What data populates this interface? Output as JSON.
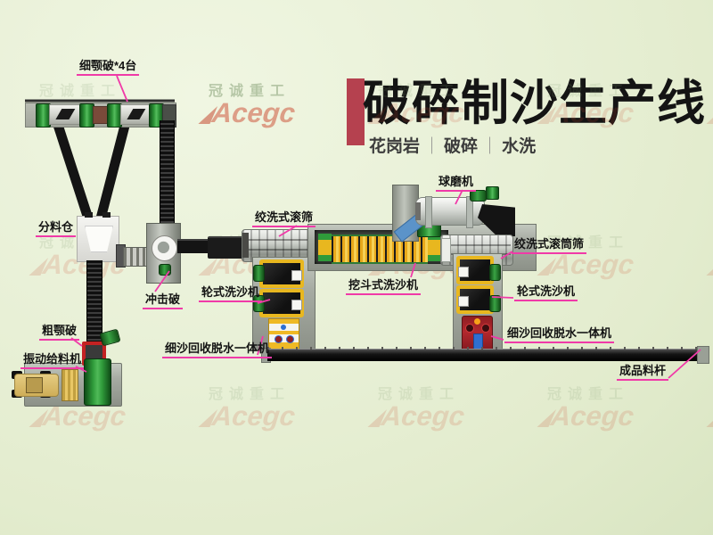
{
  "title": {
    "text": "破碎制沙生产线",
    "subtitle_parts": [
      "花岗岩",
      "破碎",
      "水洗"
    ],
    "divider": "｜",
    "accent_color": "#b5414f"
  },
  "watermark": {
    "company": "冠诚重工",
    "brand": "Acegc"
  },
  "labels": {
    "fine_jaw": "细颚破*4台",
    "dividing_bin": "分料仓",
    "impact_crusher": "冲击破",
    "coarse_jaw": "粗颚破",
    "vibrating_feeder": "振动给料机",
    "drum_washer_left": "绞洗式滚筛",
    "ball_mill": "球磨机",
    "drum_washer_right": "绞洗式滚筒筛",
    "bucket_washer": "挖斗式洗沙机",
    "wheel_washer_left": "轮式洗沙机",
    "wheel_washer_right": "轮式洗沙机",
    "fine_sand_recycler_left": "细沙回收脱水一体机",
    "fine_sand_recycler_right": "细沙回收脱水一体机",
    "product_bar": "成品料杆"
  },
  "colors": {
    "background": "#e8f0d6",
    "callout_pink": "#f03aa8",
    "machine_green": "#2e9638",
    "machine_yellow": "#e8b71f",
    "drum_silver": "#ccd0ca",
    "conveyor_black": "#141414",
    "red_machine": "#a32026",
    "watermark_red": "#cc4a30"
  }
}
